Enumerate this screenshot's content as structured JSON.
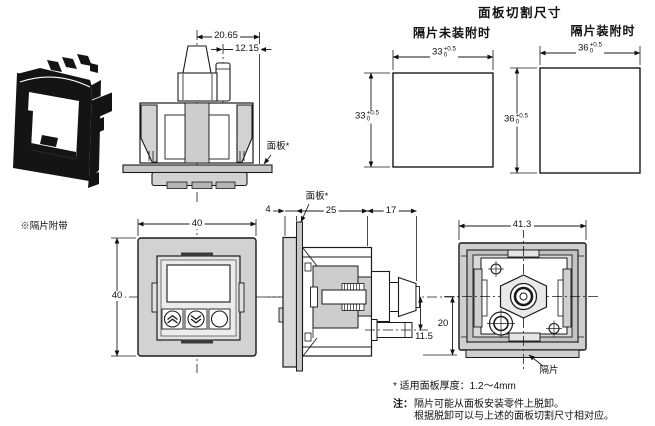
{
  "title": "面板切割尺寸",
  "cutouts": {
    "left": {
      "header": "隔片未装附时",
      "size": "33",
      "tol_plus": "+0.5",
      "tol_minus": "0"
    },
    "right": {
      "header": "隔片装附时",
      "size": "36",
      "tol_plus": "+0.5",
      "tol_minus": "0"
    }
  },
  "isometric": {
    "caption": "※隔片附带"
  },
  "top_view": {
    "dim_width": "20.65",
    "dim_port": "12.15",
    "panel_label": "面板*"
  },
  "front_view": {
    "dim_width": "40",
    "dim_height": "40"
  },
  "side_view": {
    "dim_front": "4",
    "dim_depth": "25",
    "dim_rear": "17",
    "dim_lower": "20",
    "dim_port_offset": "11.5",
    "panel_label": "面板*"
  },
  "rear_view": {
    "dim_width": "41.3",
    "spacer_label": "隔片"
  },
  "notes": {
    "panel_thickness": "* 适用面板厚度：1.2～4mm",
    "note_prefix": "注：",
    "line1": "隔片可能从面板安装零件上脱卸。",
    "line2": "根据脱卸可以与上述的面板切割尺寸相对应。"
  },
  "colors": {
    "line": "#1a1a1a",
    "fill_light": "#d2d2d2",
    "fill_mid": "#c6c6c6",
    "frame_black": "#141414",
    "white": "#ffffff"
  }
}
